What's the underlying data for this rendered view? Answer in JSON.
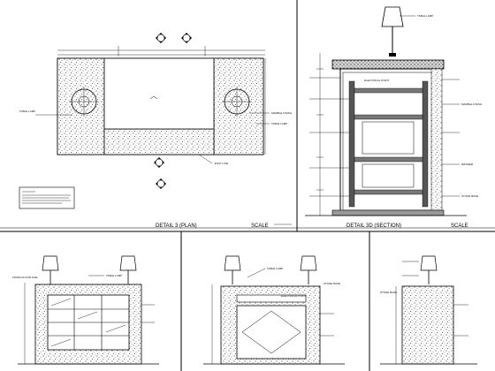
{
  "drawing": {
    "panel_top_left": {
      "title": "DETAIL 3 (PLAN)",
      "scale": "SCALE"
    },
    "panel_top_right": {
      "title": "DETAIL 3D (SECTION)",
      "scale": "SCALE"
    }
  },
  "annotations": {
    "table_lamp": "TABLE LAMP",
    "stone_base": "STONE BASE",
    "floor_line": "FINISH FLOOR LINE",
    "marble": "MARBLE FINISH",
    "joint": "JOINT LINE",
    "electrical": "ELECTRICAL POINT",
    "drawer": "DRAWER"
  },
  "colors": {
    "ink": "#000000",
    "paper": "#ffffff",
    "stone": "#bdbdbd"
  }
}
